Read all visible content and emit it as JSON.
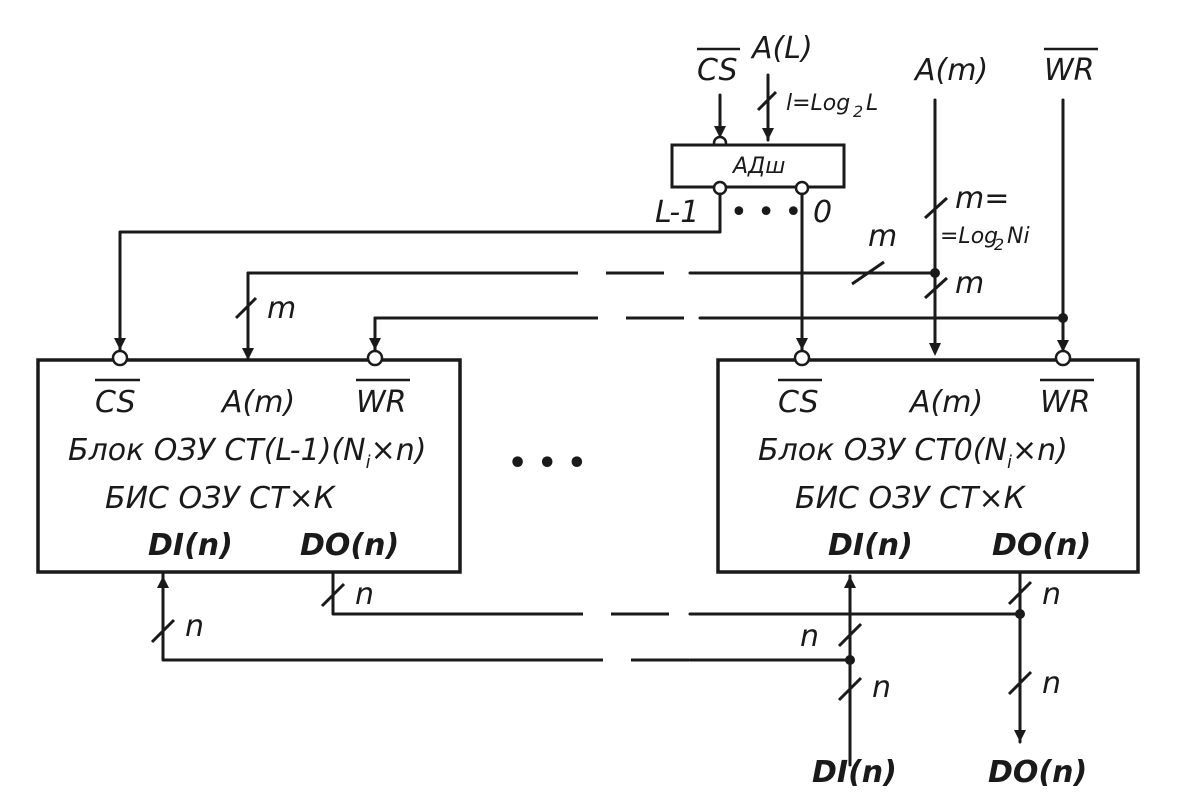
{
  "top_inputs": {
    "cs": "CS",
    "a_l": "A(L)",
    "l_eq": "l=Log",
    "l_sub": "2",
    "l_tail": "L",
    "a_m": "A(m)",
    "wr": "WR"
  },
  "decoder": {
    "label": "АДш",
    "out_first": "L-1",
    "out_ellipsis": "• • •",
    "out_last": "0"
  },
  "bus_labels": {
    "m_eq_1": "m=",
    "m_eq_2a": "=Log",
    "m_eq_2_sub": "2",
    "m_eq_2b": "Ni",
    "m": "m",
    "n": "n"
  },
  "left_block": {
    "cs": "CS",
    "a": "A(m)",
    "wr": "WR",
    "title": "Блок ОЗУ СТ(L-1)(N",
    "title_sub": "i",
    "title_tail": "×n)",
    "subtitle": "БИС ОЗУ СТ×К",
    "di": "DI(n)",
    "do": "DO(n)"
  },
  "right_block": {
    "cs": "CS",
    "a": "A(m)",
    "wr": "WR",
    "title": "Блок ОЗУ СТ0(N",
    "title_sub": "i",
    "title_tail": "×n)",
    "subtitle": "БИС ОЗУ СТ×К",
    "di": "DI(n)",
    "do": "DO(n)"
  },
  "middle_ellipsis": "•   •   •",
  "outputs": {
    "di": "DI(n)",
    "do": "DO(n)"
  }
}
